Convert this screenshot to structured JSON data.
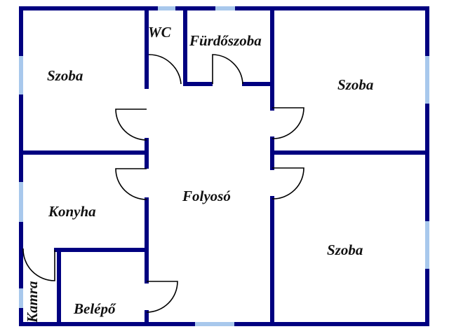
{
  "floor_plan": {
    "colors": {
      "wall": "#000080",
      "window": "#A8C8EC",
      "door_swing": "#000000",
      "background": "#FFFFFF",
      "label": "#111111"
    },
    "rooms": [
      {
        "id": "szoba-top-left",
        "label": "Szoba"
      },
      {
        "id": "wc",
        "label": "WC"
      },
      {
        "id": "furdoszoba",
        "label": "Fürdőszoba"
      },
      {
        "id": "szoba-top-right",
        "label": "Szoba"
      },
      {
        "id": "konyha",
        "label": "Konyha"
      },
      {
        "id": "folyoso",
        "label": "Folyosó"
      },
      {
        "id": "szoba-bottom-right",
        "label": "Szoba"
      },
      {
        "id": "kamra",
        "label": "Kamra"
      },
      {
        "id": "belepo",
        "label": "Belépő"
      }
    ]
  }
}
